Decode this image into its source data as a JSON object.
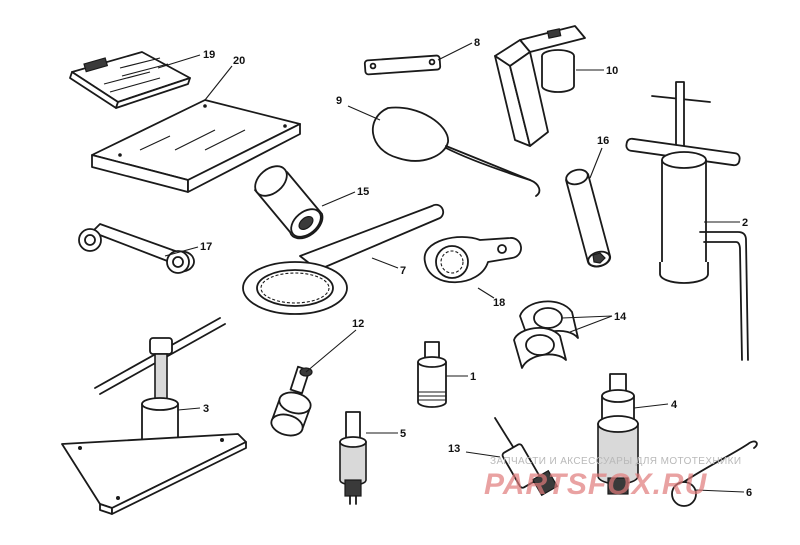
{
  "callouts": {
    "n1": "1",
    "n2": "2",
    "n3": "3",
    "n4": "4",
    "n5": "5",
    "n6": "6",
    "n7": "7",
    "n8": "8",
    "n9": "9",
    "n10": "10",
    "n12": "12",
    "n13": "13",
    "n14": "14",
    "n15": "15",
    "n16": "16",
    "n17": "17",
    "n18": "18",
    "n19": "19",
    "n20": "20"
  },
  "watermark": {
    "tagline": "ЗАПЧАСТИ И АКСЕССУАРЫ ДЛЯ МОТОТЕХНИКИ",
    "site": "PARTSFOX.RU"
  }
}
